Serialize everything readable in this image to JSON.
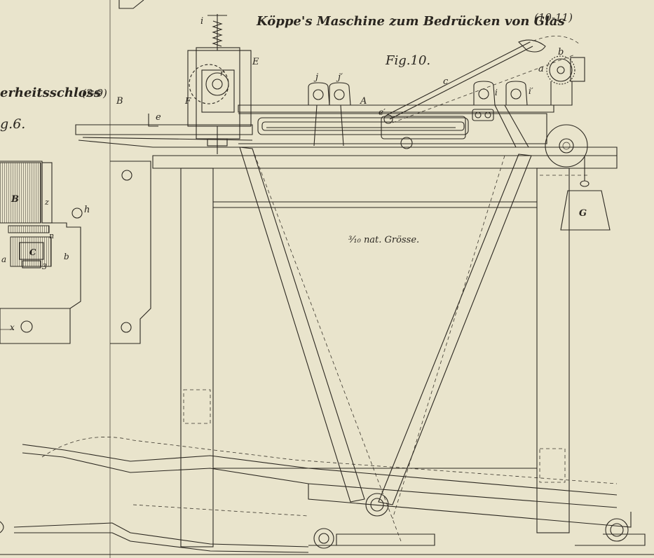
{
  "main_title": "Köppe's Maschine zum Bedrücken von Glas",
  "main_title_ref": "(10-11)",
  "left_title_fragment": "erheitsschloss",
  "left_title_ref": "(2-9)",
  "left_fig_label": "g.6.",
  "fig_label": "Fig.10.",
  "scale_note": "³⁄₁₀ nat. Grösse.",
  "labels": {
    "i_top": "i",
    "E": "E",
    "F": "F",
    "r": "r",
    "B": "B",
    "e": "e",
    "j": "j",
    "j_prime": "j′",
    "A": "A",
    "c": "c",
    "e_prime": "e′",
    "i_a": "i",
    "i_prime": "i′",
    "a": "a",
    "b": "b",
    "G": "G",
    "left_B": "B",
    "left_z": "z",
    "left_h": "h",
    "left_n": "n",
    "left_C": "C",
    "left_a": "a",
    "left_b": "b",
    "left_3": "3",
    "left_x": "x"
  },
  "colors": {
    "paper": "#e9e4cc",
    "ink": "#2b2720"
  }
}
